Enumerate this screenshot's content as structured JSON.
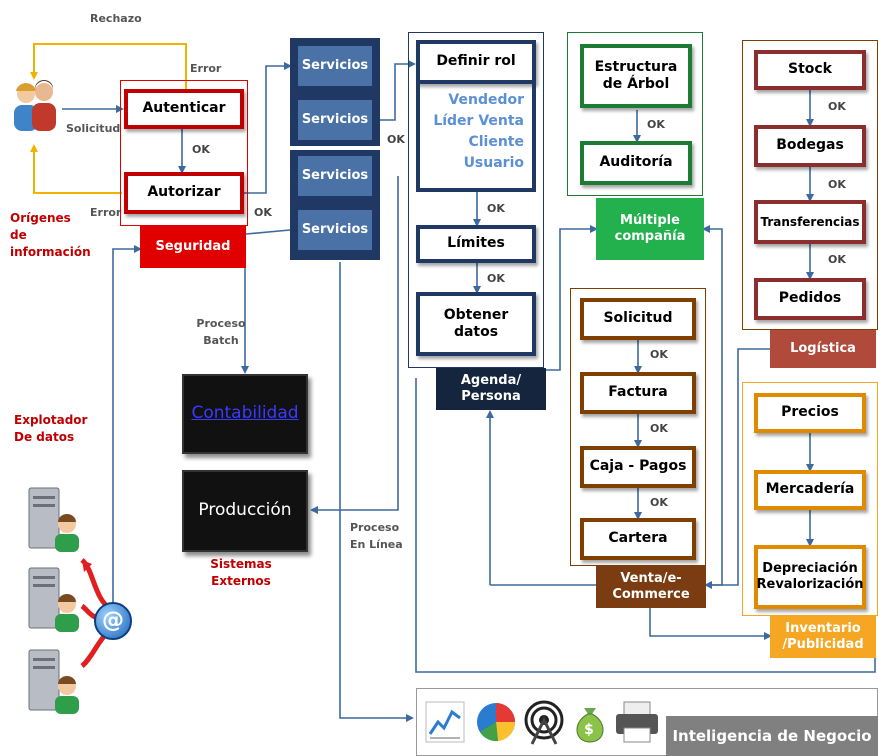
{
  "colors": {
    "red": "#e00000",
    "dark_red": "#c00000",
    "navy": "#1f3864",
    "service_blue": "#4a72a6",
    "green": "#00b050",
    "dark_green": "#1e7b34",
    "brown": "#7f3f00",
    "orange": "#f5a623",
    "logistics": "#b04a3a",
    "bi_grey": "#808080"
  },
  "left": {
    "rechazo": "Rechazo",
    "error_top": "Error",
    "error_bottom": "Error",
    "solicitud": "Solicitud",
    "origenes": "Orígenes de información",
    "explotador": "Explotador De datos",
    "at_icon": "@"
  },
  "security": {
    "autenticar": "Autenticar",
    "autorizar": "Autorizar",
    "ok": "OK",
    "header": "Seguridad",
    "ok_out": "OK"
  },
  "services": {
    "items": [
      "Servicios",
      "Servicios",
      "Servicios",
      "Servicios"
    ],
    "ok": "OK"
  },
  "roles": {
    "definir": "Definir rol",
    "list": [
      "Vendedor",
      "Líder Venta",
      "Cliente",
      "Usuario"
    ],
    "ok1": "OK",
    "limites": "Límites",
    "ok2": "OK",
    "obtener": "Obtener datos",
    "header": "Agenda/ Persona"
  },
  "company": {
    "estructura": "Estructura de Árbol",
    "ok": "OK",
    "auditoria": "Auditoría",
    "header": "Múltiple compañía"
  },
  "sales": {
    "items": [
      "Solicitud",
      "Factura",
      "Caja - Pagos",
      "Cartera"
    ],
    "oks": [
      "OK",
      "OK",
      "OK"
    ],
    "header": "Venta/e-Commerce"
  },
  "logistics": {
    "items": [
      "Stock",
      "Bodegas",
      "Transferencias",
      "Pedidos"
    ],
    "oks": [
      "OK",
      "OK",
      "OK"
    ],
    "header": "Logística"
  },
  "inventory": {
    "items": [
      "Precios",
      "Mercadería",
      "Depreciación Revalorización"
    ],
    "header": "Inventario /Publicidad"
  },
  "external": {
    "proceso_batch": "Proceso Batch",
    "contabilidad": "Contabilidad",
    "produccion": "Producción",
    "sistemas": "Sistemas Externos",
    "proceso_linea": "Proceso En Línea"
  },
  "bi": {
    "label": "Inteligencia de Negocio"
  }
}
